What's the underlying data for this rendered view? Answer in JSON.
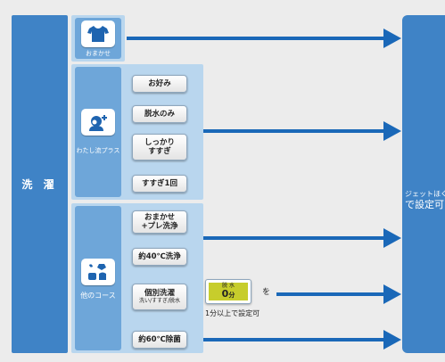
{
  "wash_label": "洗 濯",
  "omakase": {
    "label": "おまかせ"
  },
  "watashi": {
    "label": "わたし流プラス",
    "buttons": [
      "お好み",
      "脱水のみ",
      "しっかり",
      "すすぎ",
      "すすぎ1回"
    ]
  },
  "other": {
    "label": "他のコース",
    "omakase_pre": [
      "おまかせ",
      "+プレ洗浄"
    ],
    "wash40": "約40℃洗浄",
    "kobetsu": [
      "個別洗濯",
      "洗い/すすぎ/脱水"
    ],
    "wash60": "約60℃除菌",
    "dial_label": "脱 水",
    "dial_value": "0",
    "dial_unit": "分",
    "particle": "を",
    "note": "1分以上で設定可"
  },
  "right": {
    "line1": "ジェットほぐし",
    "line2": "で設定可"
  },
  "colors": {
    "panel": "#3f83c6",
    "group": "#b9d6ee",
    "mode": "#6ea6d9",
    "arrow": "#1a68b8",
    "dial": "#c7cd2c"
  },
  "icons": [
    "shirt-icon",
    "person-plus-icon",
    "course-icon"
  ]
}
